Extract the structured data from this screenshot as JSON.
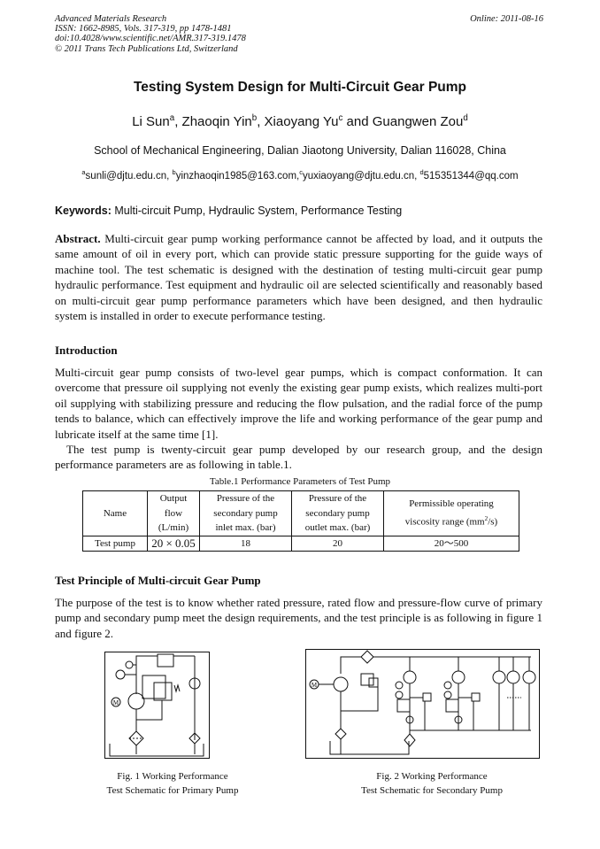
{
  "header": {
    "journal": "Advanced Materials Research",
    "issn": "ISSN: 1662-8985, Vols. 317-319, pp 1478-1481",
    "doi": "doi:10.4028/www.scientific.net/AMR.317-319.1478",
    "copyright": "© 2011 Trans Tech Publications Ltd, Switzerland",
    "online": "Online: 2011-08-16"
  },
  "title": "Testing System Design for Multi-Circuit Gear Pump",
  "authors": [
    {
      "name": "Li Sun",
      "sup": "a"
    },
    {
      "name": "Zhaoqin Yin",
      "sup": "b"
    },
    {
      "name": "Xiaoyang Yu",
      "sup": "c"
    },
    {
      "name": "Guangwen Zou",
      "sup": "d"
    }
  ],
  "author_sep": ", ",
  "author_and": " and ",
  "affiliation": "School of Mechanical Engineering, Dalian Jiaotong University, Dalian 116028, China",
  "emails": [
    {
      "sup": "a",
      "addr": "sunli@djtu.edu.cn, "
    },
    {
      "sup": "b",
      "addr": "yinzhaoqin1985@163.com,"
    },
    {
      "sup": "c",
      "addr": "yuxiaoyang@djtu.edu.cn, "
    },
    {
      "sup": "d",
      "addr": "515351344@qq.com"
    }
  ],
  "keywords": {
    "label": "Keywords:",
    "text": " Multi-circuit Pump, Hydraulic System, Performance Testing"
  },
  "abstract": {
    "label": "Abstract.",
    "text": " Multi-circuit gear pump working performance cannot be affected by load, and it outputs the same amount of oil in every port, which can provide static pressure supporting for the guide ways of machine tool. The test schematic is designed with the destination of testing multi-circuit gear pump hydraulic performance. Test equipment and hydraulic oil are selected scientifically and reasonably based on multi-circuit gear pump performance parameters which have been designed, and then hydraulic system is installed in order to execute performance testing."
  },
  "introduction": {
    "heading": "Introduction",
    "p1": "Multi-circuit gear pump consists of two-level gear pumps, which is compact conformation. It can overcome that pressure oil supplying not evenly the existing gear pump exists, which realizes multi-port oil supplying with stabilizing pressure and reducing the flow pulsation, and the radial force of the pump tends to balance, which can effectively improve the life and working performance of the gear pump and lubricate itself at the same time [1].",
    "p2": "The test pump is twenty-circuit gear pump developed by our research group, and the design performance parameters are as following in table.1."
  },
  "table": {
    "caption": "Table.1 Performance Parameters of Test Pump",
    "headers": [
      [
        "Name"
      ],
      [
        "Output",
        "flow",
        "(L/min)"
      ],
      [
        "Pressure of the",
        "secondary pump",
        "inlet max. (bar)"
      ],
      [
        "Pressure of the",
        "secondary pump",
        "outlet max. (bar)"
      ],
      [
        "Permissible operating",
        "viscosity range (mm",
        "2",
        "/s)"
      ]
    ],
    "row": [
      "Test pump",
      "20 × 0.05",
      "18",
      "20",
      "20～500"
    ]
  },
  "section2": {
    "heading": "Test Principle of Multi-circuit Gear Pump",
    "p1": "The purpose of the test is to know whether rated pressure, rated flow and pressure-flow curve of primary pump and secondary pump meet the design requirements, and the test principle is as following in figure 1 and figure 2."
  },
  "figures": [
    {
      "caption_l1": "Fig. 1 Working Performance",
      "caption_l2": "Test Schematic for Primary Pump",
      "motor_label": "M"
    },
    {
      "caption_l1": "Fig. 2 Working Performance",
      "caption_l2": "Test Schematic for Secondary Pump",
      "motor_label": "M"
    }
  ]
}
